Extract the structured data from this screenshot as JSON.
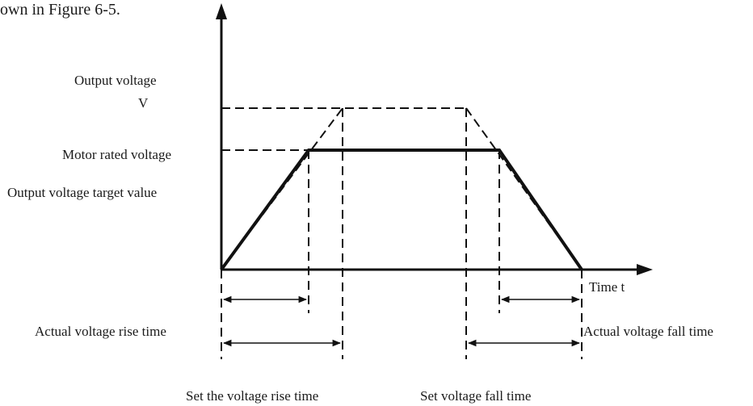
{
  "figure": {
    "caption_fragment": "own in Figure 6-5.",
    "axes": {
      "y_label_line1": "Output voltage",
      "y_label_line2": "V",
      "x_label": "Time t"
    },
    "levels": {
      "motor_rated_voltage": "Motor rated voltage",
      "output_target": "Output voltage target value"
    },
    "intervals": {
      "actual_rise": "Actual voltage rise time",
      "actual_fall": "Actual voltage fall time",
      "set_rise": "Set the voltage rise time",
      "set_fall": "Set voltage fall time"
    }
  }
}
